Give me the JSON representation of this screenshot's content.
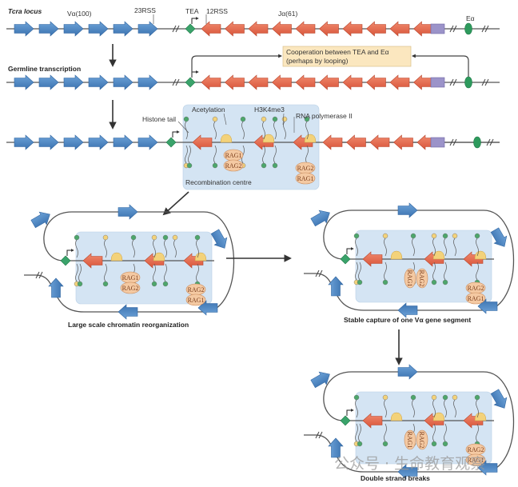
{
  "colors": {
    "v_segment": "#4a86c5",
    "j_segment": "#e8674a",
    "promoter": "#3aa36b",
    "c_region": "#9b93c9",
    "enhancer": "#2e9a5d",
    "recomb_centre": "#d4e4f3",
    "callout_bg": "#fbe7bf",
    "rag": "#f4c9a2",
    "nucleosome": "#f3d27a",
    "acetyl_dot": "#f3d27a",
    "methyl_dot": "#4da66b"
  },
  "row1": {
    "locus_label": "Tcra locus",
    "v_label": "Vα(100)",
    "rss23": "23RSS",
    "tea": "TEA",
    "rss12": "12RSS",
    "j_label": "Jα(61)",
    "ea": "Eα"
  },
  "row2": {
    "label": "Germline transcription",
    "callout_line1": "Cooperation between TEA and Eα",
    "callout_line2": "(perhaps by looping)"
  },
  "row3": {
    "histone_tail": "Histone tail",
    "acetylation": "Acetylation",
    "h3k4me3": "H3K4me3",
    "rna_pol": "RNA polymerase II",
    "centre": "Recombination centre",
    "rag1": "RAG1",
    "rag2": "RAG2"
  },
  "panels": {
    "large_scale": "Large scale chromatin reorganization",
    "stable_capture": "Stable capture of one Vα gene segment",
    "dsb": "Double strand breaks"
  },
  "watermark": "公众号 · 生命教育观察"
}
